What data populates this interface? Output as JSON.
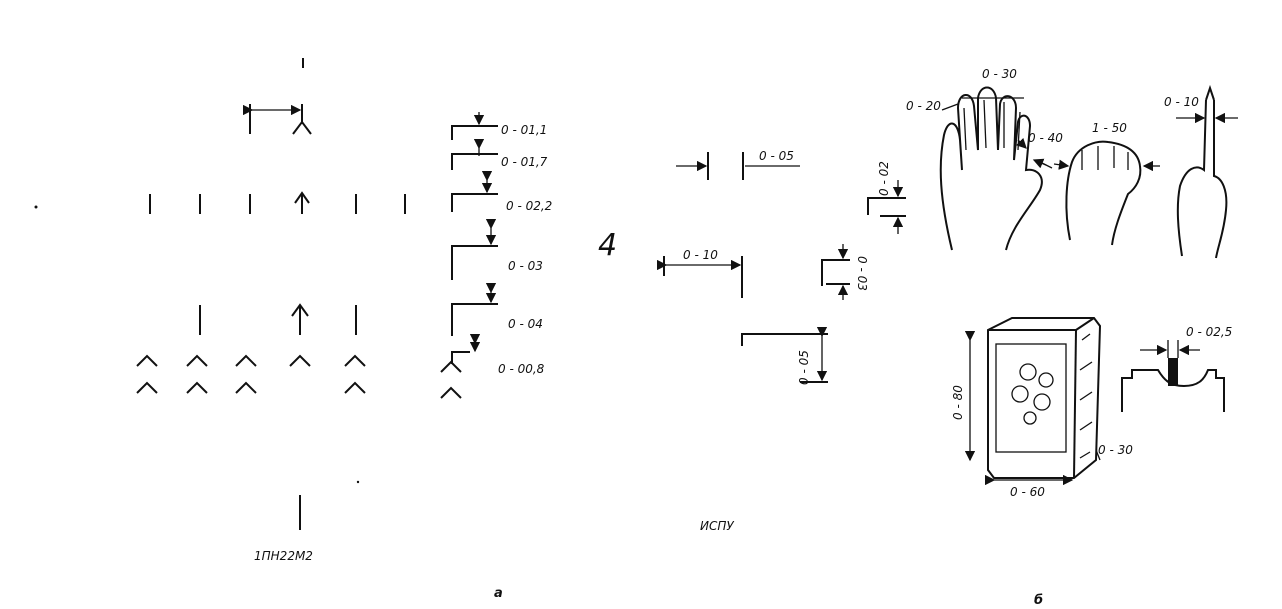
{
  "panel_a": {
    "labels": {
      "d1": "0 - 01,1",
      "d2": "0 - 01,7",
      "d3": "0 - 02,2",
      "d4": "0 - 03",
      "d5": "0 - 04",
      "d6": "0 - 00,8"
    },
    "caption": "1ПН22М2",
    "letter": "а"
  },
  "panel_middle": {
    "digit": "4",
    "labels": {
      "m1": "0 - 05",
      "m2": "0 - 10",
      "m3": "0 - 05",
      "m4": "0 - 02",
      "m5": "0 - 03"
    },
    "caption": "ИСПУ"
  },
  "panel_b": {
    "labels": {
      "h1": "0 - 30",
      "h2": "0 - 20",
      "h3": "0 - 40",
      "h4": "1 - 50",
      "h5": "0 - 10",
      "h6": "0 - 02,5",
      "h7": "0 - 80",
      "h8": "0 - 30",
      "h9": "0 - 60"
    },
    "letter": "б"
  }
}
